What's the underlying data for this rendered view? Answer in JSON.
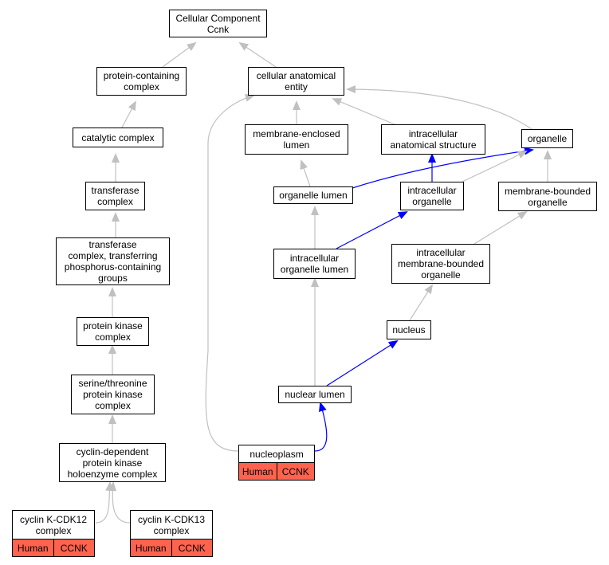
{
  "nodes": {
    "root": "Cellular Component\nCcnk",
    "protein_containing_complex": "protein-containing\ncomplex",
    "cellular_anatomical_entity": "cellular anatomical\nentity",
    "catalytic_complex": "catalytic complex",
    "membrane_enclosed_lumen": "membrane-enclosed\nlumen",
    "intracellular_anatomical_structure": "intracellular\nanatomical structure",
    "organelle": "organelle",
    "transferase_complex": "transferase\ncomplex",
    "organelle_lumen": "organelle lumen",
    "intracellular_organelle": "intracellular\norganelle",
    "membrane_bounded_organelle": "membrane-bounded\norganelle",
    "transferase_complex_phospho": "transferase\ncomplex, transferring\nphosphorus-containing\ngroups",
    "intracellular_organelle_lumen": "intracellular\norganelle lumen",
    "intracellular_membrane_bounded_organelle": "intracellular\nmembrane-bounded\norganelle",
    "protein_kinase_complex": "protein kinase\ncomplex",
    "nucleus": "nucleus",
    "serine_threonine_complex": "serine/threonine\nprotein kinase\ncomplex",
    "nuclear_lumen": "nuclear lumen",
    "cyclin_dependent_holoenzyme": "cyclin-dependent\nprotein kinase\nholoenzyme complex",
    "nucleoplasm": "nucleoplasm",
    "cyclin_k_cdk12": "cyclin K-CDK12\ncomplex",
    "cyclin_k_cdk13": "cyclin K-CDK13\ncomplex"
  },
  "annotations": {
    "nucleoplasm": [
      "Human",
      "CCNK"
    ],
    "cyclin_k_cdk12": [
      "Human",
      "CCNK"
    ],
    "cyclin_k_cdk13": [
      "Human",
      "CCNK"
    ]
  },
  "colors": {
    "edge_default": "#c0c0c0",
    "edge_highlight": "#0000ff",
    "annotation_fill": "#ff624d"
  }
}
